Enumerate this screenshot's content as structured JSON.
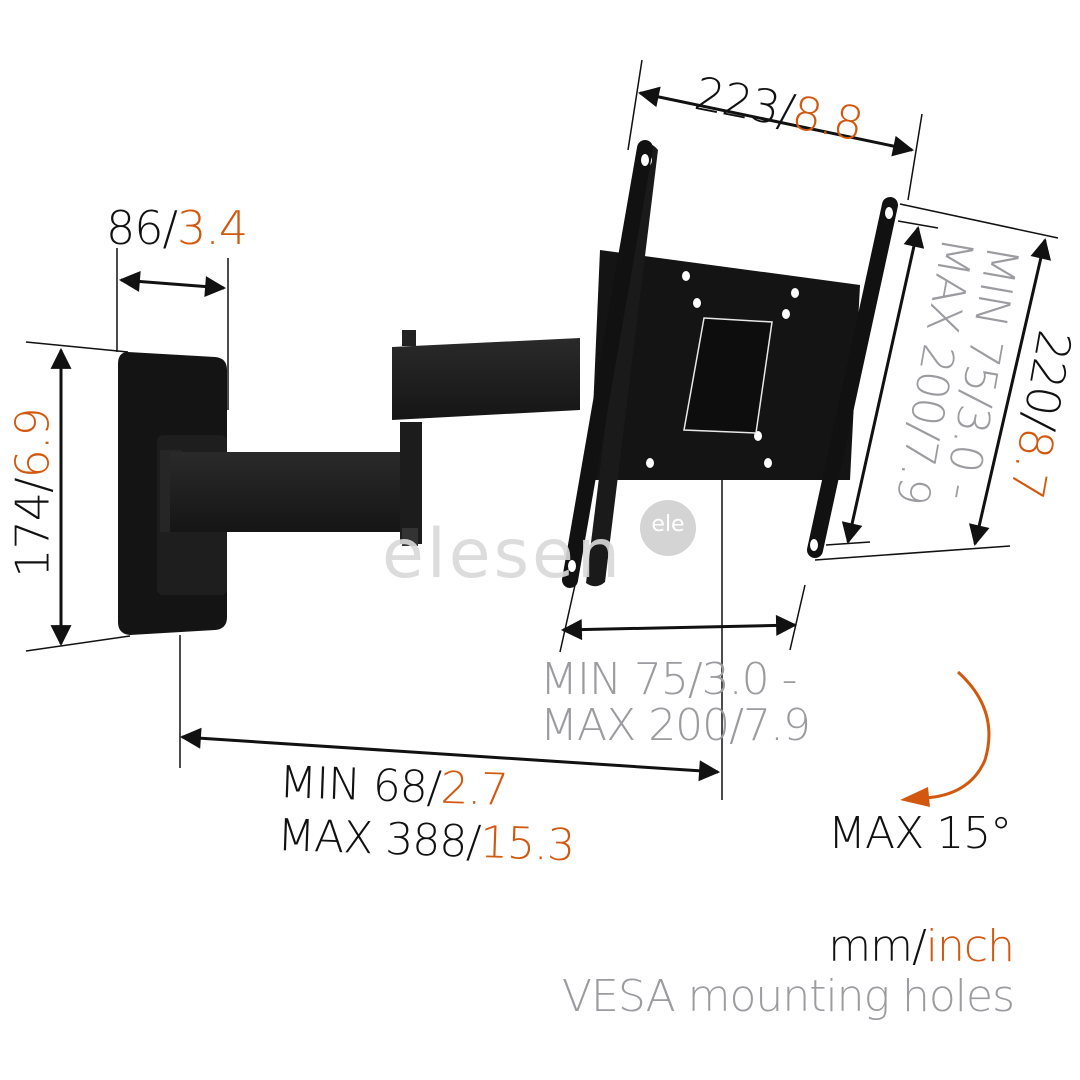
{
  "colors": {
    "mm": "#111111",
    "inch": "#d2580f",
    "vesa": "#9b9ba0",
    "product": "#1a1a1a",
    "watermark": "#d9d9d9"
  },
  "dimensions": {
    "wall_plate_width": {
      "mm": "86/",
      "inch": "3.4"
    },
    "wall_plate_height": {
      "mm": "174/",
      "inch": "6.9"
    },
    "tv_plate_width": {
      "mm": "223/",
      "inch": "8.8"
    },
    "tv_plate_height": {
      "mm": "220/",
      "inch": "8.7"
    },
    "vesa_vertical": {
      "line1": "MIN 75/3.0 -",
      "line2": "MAX 200/7.9"
    },
    "vesa_horizontal": {
      "line1_mm": "MIN 75/",
      "line1_inch": "3.0 -",
      "line2_mm": "MAX 200/",
      "line2_inch": "7.9"
    },
    "wall_distance": {
      "min_mm": "MIN 68/",
      "min_inch": "2.7",
      "max_mm": "MAX 388/",
      "max_inch": "15.3"
    },
    "tilt": {
      "label": "MAX 15°"
    }
  },
  "legend": {
    "unit_mm": "mm/",
    "unit_inch": "inch",
    "vesa_note": "VESA mounting holes"
  },
  "watermark": {
    "text": "elesen",
    "badge": "ele"
  }
}
